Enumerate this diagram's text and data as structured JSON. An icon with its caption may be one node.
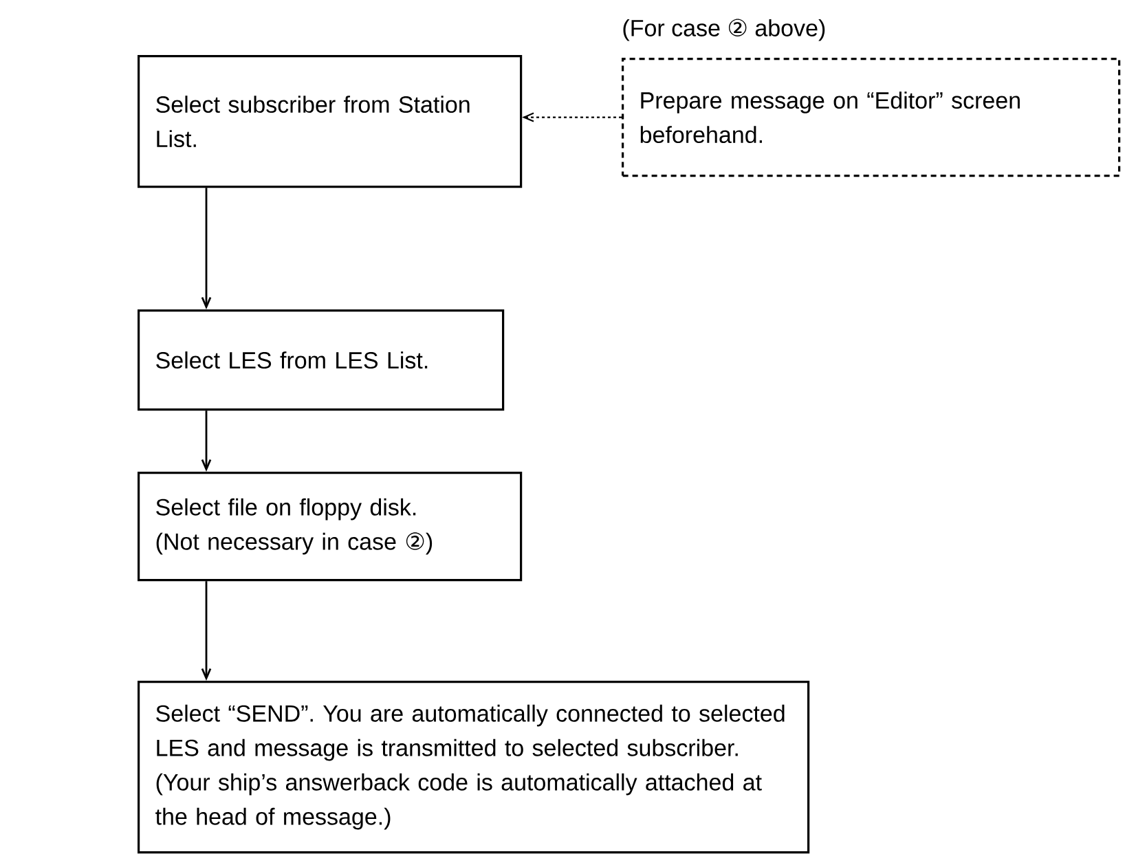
{
  "diagram": {
    "nodes": [
      {
        "text": [
          "Select subscriber from Station List."
        ]
      },
      {
        "text": [
          "(For case ② above)",
          "Prepare message on “Editor” screen beforehand."
        ]
      },
      {
        "text": [
          "Select LES from LES List."
        ]
      },
      {
        "text": [
          "Select file on floppy disk.",
          "(Not necessary in case ②)"
        ]
      },
      {
        "text": [
          "Select “SEND”. You are automatically connected to selected LES and message is transmitted to selected subscriber. (Your ship’s answerback code is automatically attached at the head of message.)"
        ]
      }
    ],
    "edges": [
      {
        "from": 1,
        "to": 0,
        "arrow": "to",
        "style": "dashed"
      },
      {
        "from": 0,
        "to": 2,
        "arrow": "to"
      },
      {
        "from": 2,
        "to": 3,
        "arrow": "to"
      },
      {
        "from": 3,
        "to": 4,
        "arrow": "to"
      }
    ]
  }
}
